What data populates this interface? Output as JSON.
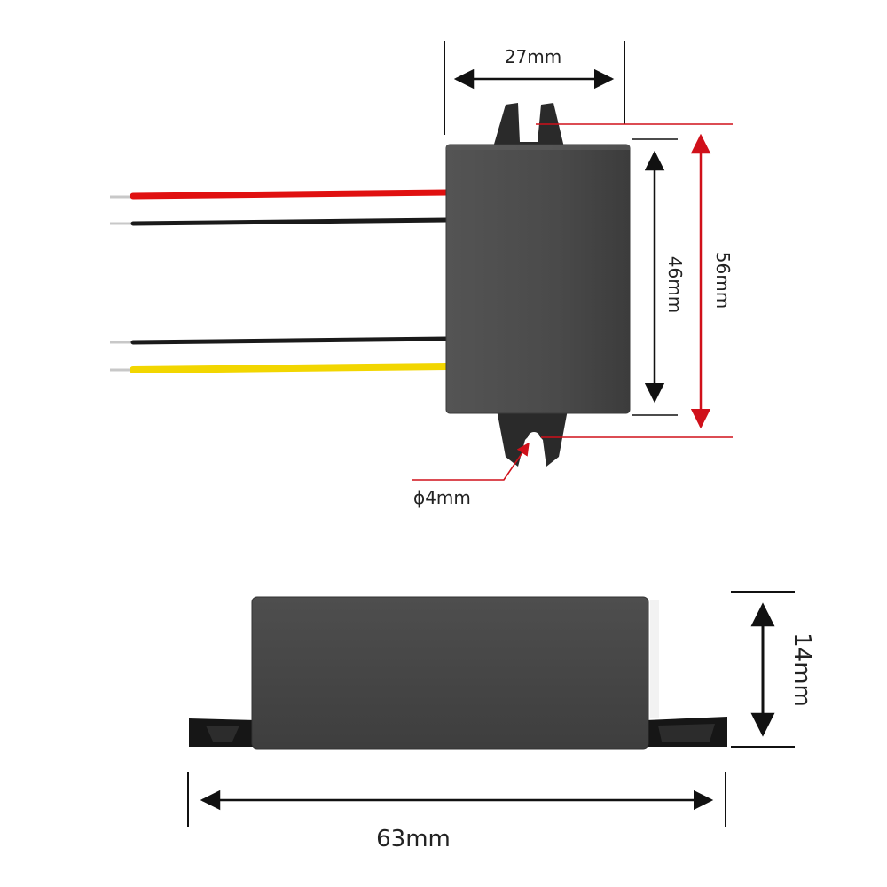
{
  "dimensions": {
    "top_width": "27mm",
    "body_length": "46mm",
    "total_length": "56mm",
    "hole_diameter": "ϕ4mm",
    "height": "14mm",
    "total_width": "63mm"
  },
  "colors": {
    "housing": "#4a4a4a",
    "housing_dark": "#1c1c1c",
    "wire_red": "#e01010",
    "wire_black": "#1a1a1a",
    "wire_yellow": "#f2d600",
    "wire_tip": "#c8c8c8",
    "dimension_red": "#d0101a",
    "dimension_black": "#111111"
  },
  "wires": [
    {
      "color": "wire_red"
    },
    {
      "color": "wire_black"
    },
    {
      "color": "wire_black"
    },
    {
      "color": "wire_yellow"
    }
  ]
}
